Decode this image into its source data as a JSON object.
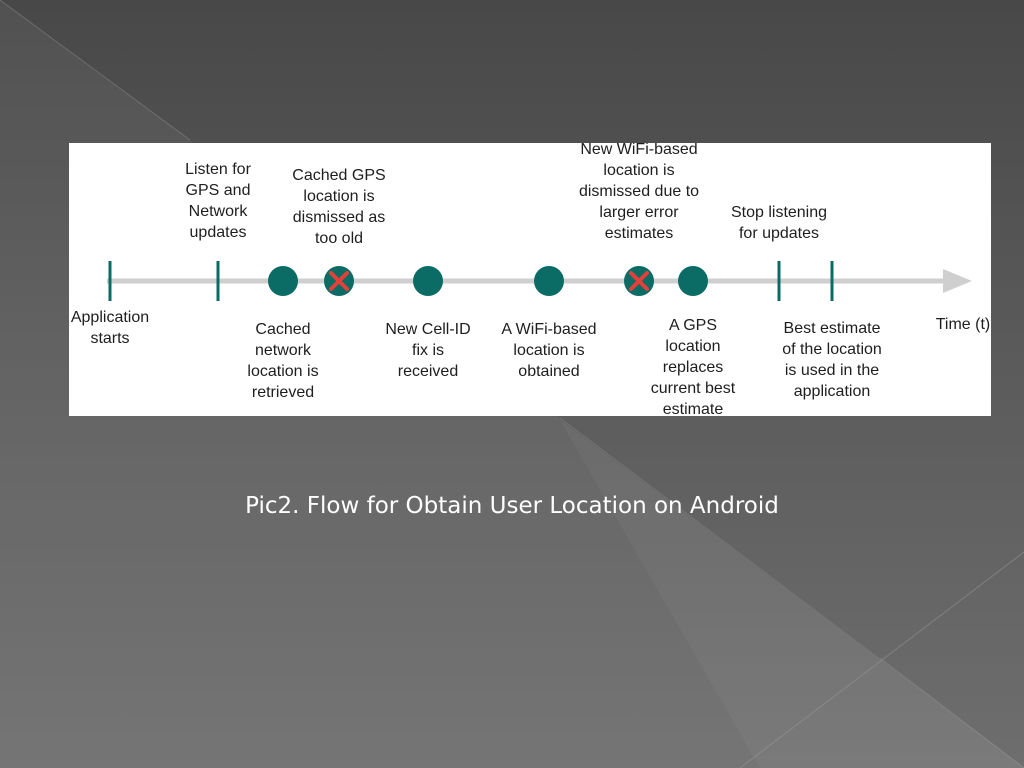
{
  "colors": {
    "marker": "#0b6b65",
    "dismissed_cross": "#e4403a",
    "axis": "#cfcfcf",
    "text": "#1e1e1e",
    "caption": "#ffffff"
  },
  "diagram": {
    "events_above": [
      {
        "id": "listen",
        "text": "Listen for\nGPS and\nNetwork\nupdates"
      },
      {
        "id": "cached-gps-dismissed",
        "text": "Cached GPS\nlocation is\ndismissed as\ntoo old"
      },
      {
        "id": "wifi-dismissed",
        "text": "New WiFi-based\nlocation is\ndismissed due to\nlarger error\nestimates"
      },
      {
        "id": "stop-listening",
        "text": "Stop listening\nfor updates"
      }
    ],
    "events_below": [
      {
        "id": "app-starts",
        "text": "Application\nstarts"
      },
      {
        "id": "cached-network",
        "text": "Cached\nnetwork\nlocation is\nretrieved"
      },
      {
        "id": "cell-id",
        "text": "New Cell-ID\nfix is\nreceived"
      },
      {
        "id": "wifi-obtained",
        "text": "A WiFi-based\nlocation is\nobtained"
      },
      {
        "id": "gps-replaces",
        "text": "A GPS\nlocation\nreplaces\ncurrent best\nestimate"
      },
      {
        "id": "best-estimate",
        "text": "Best estimate\nof the location\nis used in the\napplication"
      }
    ],
    "axis_label": "Time (t)",
    "markers": [
      {
        "id": "app-starts",
        "kind": "tick"
      },
      {
        "id": "listen",
        "kind": "tick"
      },
      {
        "id": "cached-network",
        "kind": "fix"
      },
      {
        "id": "cached-gps-dismissed",
        "kind": "dismissed"
      },
      {
        "id": "cell-id",
        "kind": "fix"
      },
      {
        "id": "wifi-obtained",
        "kind": "fix"
      },
      {
        "id": "wifi-dismissed",
        "kind": "dismissed"
      },
      {
        "id": "gps-replaces",
        "kind": "fix"
      },
      {
        "id": "stop-listening",
        "kind": "tick"
      },
      {
        "id": "best-estimate",
        "kind": "tick"
      }
    ]
  },
  "caption": "Pic2. Flow for Obtain User Location on Android"
}
